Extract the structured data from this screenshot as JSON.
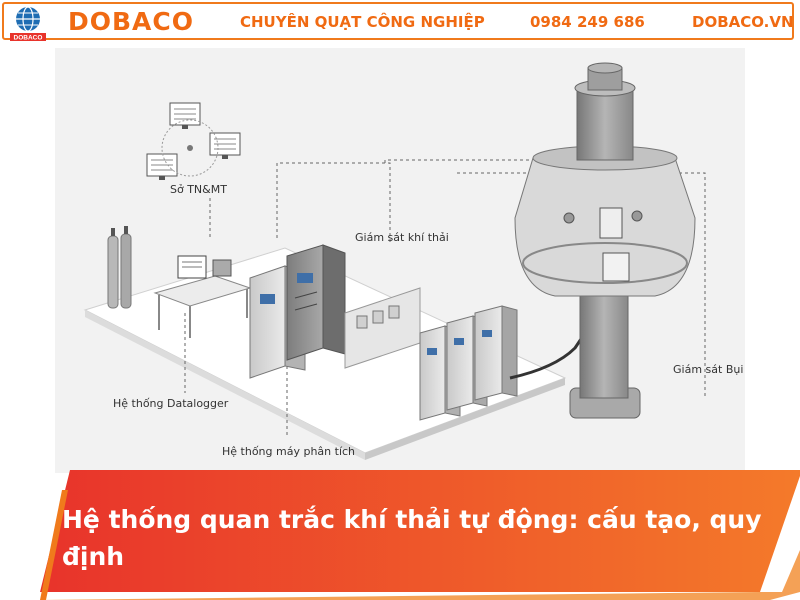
{
  "header": {
    "brand": "DOBACO",
    "logo_text": "DOBACO",
    "slogan": "CHUYÊN QUẠT CÔNG NGHIỆP",
    "phone": "0984 249 686",
    "website": "DOBACO.VN",
    "accent_color": "#f06a12"
  },
  "diagram": {
    "labels": {
      "department": "Sở TN&MT",
      "gas_monitor": "Giám sát khí thải",
      "dust_monitor": "Giám sát Bụi",
      "datalogger": "Hệ thống Datalogger",
      "analyzer": "Hệ thống máy phân tích"
    }
  },
  "banner": {
    "title": "Hệ thống quan trắc khí thải tự động: cấu tạo, quy định",
    "gradient_start": "#e8332b",
    "gradient_end": "#f47a2a"
  }
}
